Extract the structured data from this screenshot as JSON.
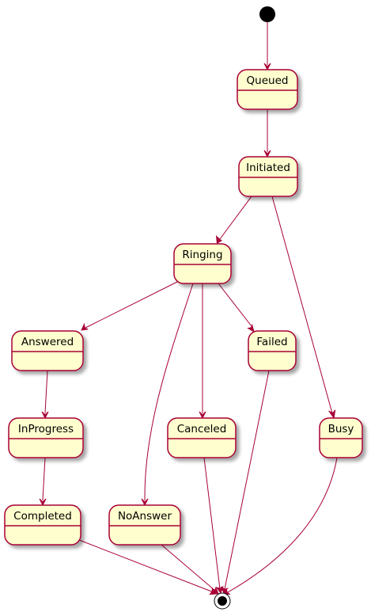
{
  "states": {
    "queued": "Queued",
    "initiated": "Initiated",
    "ringing": "Ringing",
    "answered": "Answered",
    "failed": "Failed",
    "inprogress": "InProgress",
    "canceled": "Canceled",
    "busy": "Busy",
    "completed": "Completed",
    "noanswer": "NoAnswer"
  },
  "colors": {
    "state_fill": "#FEFECE",
    "state_border": "#A80036",
    "edge": "#A80036",
    "pseudo_state": "#000000"
  },
  "transitions": [
    [
      "start",
      "queued"
    ],
    [
      "queued",
      "initiated"
    ],
    [
      "initiated",
      "ringing"
    ],
    [
      "initiated",
      "busy"
    ],
    [
      "ringing",
      "answered"
    ],
    [
      "ringing",
      "failed"
    ],
    [
      "ringing",
      "canceled"
    ],
    [
      "ringing",
      "noanswer"
    ],
    [
      "answered",
      "inprogress"
    ],
    [
      "inprogress",
      "completed"
    ],
    [
      "completed",
      "end"
    ],
    [
      "noanswer",
      "end"
    ],
    [
      "canceled",
      "end"
    ],
    [
      "failed",
      "end"
    ],
    [
      "busy",
      "end"
    ]
  ]
}
